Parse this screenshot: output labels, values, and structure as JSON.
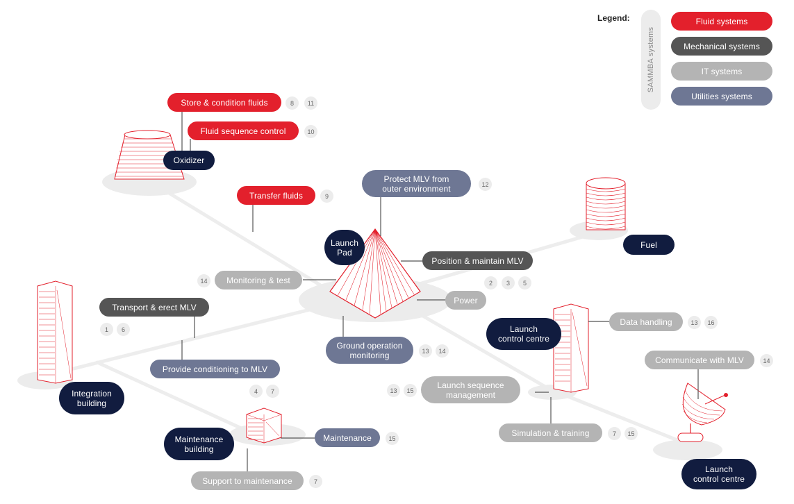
{
  "legend": {
    "title": "Legend:",
    "group_label": "SAMMBA systems",
    "items": [
      {
        "label": "Fluid systems",
        "color": "#e3202c"
      },
      {
        "label": "Mechanical systems",
        "color": "#555555"
      },
      {
        "label": "IT systems",
        "color": "#b4b4b4"
      },
      {
        "label": "Utilities systems",
        "color": "#6e7794"
      }
    ]
  },
  "facilities": {
    "launch_pad": "Launch\nPad",
    "oxidizer": "Oxidizer",
    "fuel": "Fuel",
    "integration_building": "Integration\nbuilding",
    "maintenance_building": "Maintenance\nbuilding",
    "launch_control_centre_1": "Launch\ncontrol centre",
    "launch_control_centre_2": "Launch\ncontrol centre"
  },
  "functions": {
    "store_condition_fluids": {
      "label": "Store & condition fluids",
      "system": "Fluid systems",
      "refs": [
        "8",
        "11"
      ]
    },
    "fluid_sequence_control": {
      "label": "Fluid sequence control",
      "system": "Fluid systems",
      "refs": [
        "10"
      ]
    },
    "transfer_fluids": {
      "label": "Transfer fluids",
      "system": "Fluid systems",
      "refs": [
        "9"
      ]
    },
    "protect_mlv": {
      "label": "Protect MLV from\nouter environment",
      "system": "Utilities systems",
      "refs": [
        "12"
      ]
    },
    "position_maintain_mlv": {
      "label": "Position & maintain MLV",
      "system": "Mechanical systems",
      "refs": [
        "2",
        "3",
        "5"
      ]
    },
    "monitoring_test": {
      "label": "Monitoring & test",
      "system": "IT systems",
      "refs": [
        "14"
      ]
    },
    "power": {
      "label": "Power",
      "system": "IT systems",
      "refs": []
    },
    "transport_erect_mlv": {
      "label": "Transport & erect MLV",
      "system": "Mechanical systems",
      "refs": [
        "1",
        "6"
      ]
    },
    "ground_operation_monitoring": {
      "label": "Ground operation\nmonitoring",
      "system": "Utilities systems",
      "refs": [
        "13",
        "14"
      ]
    },
    "provide_conditioning": {
      "label": "Provide conditioning to MLV",
      "system": "Utilities systems",
      "refs": [
        "4",
        "7"
      ]
    },
    "data_handling": {
      "label": "Data handling",
      "system": "IT systems",
      "refs": [
        "13",
        "16"
      ]
    },
    "communicate_with_mlv": {
      "label": "Communicate with MLV",
      "system": "IT systems",
      "refs": [
        "14"
      ]
    },
    "launch_sequence_management": {
      "label": "Launch sequence\nmanagement",
      "system": "IT systems",
      "refs": [
        "13",
        "15"
      ]
    },
    "simulation_training": {
      "label": "Simulation & training",
      "system": "IT systems",
      "refs": [
        "7",
        "15"
      ]
    },
    "maintenance": {
      "label": "Maintenance",
      "system": "Utilities systems",
      "refs": [
        "15"
      ]
    },
    "support_to_maintenance": {
      "label": "Support to maintenance",
      "system": "IT systems",
      "refs": [
        "7"
      ]
    }
  }
}
